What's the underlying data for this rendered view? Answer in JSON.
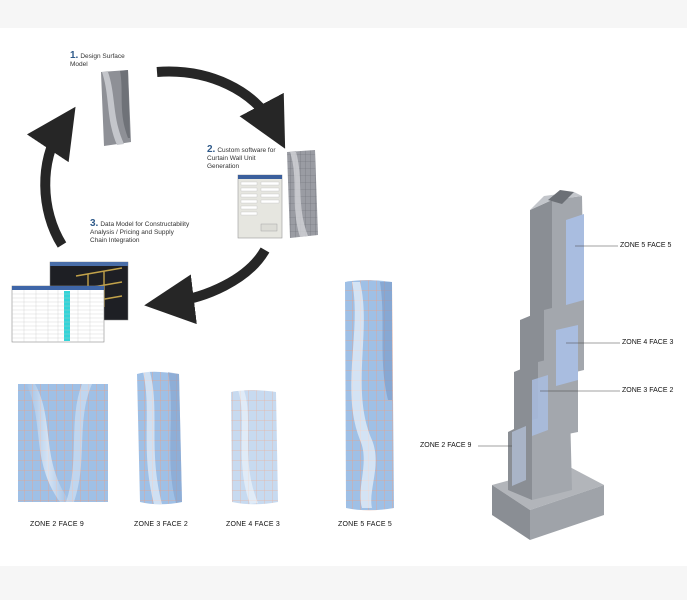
{
  "workflow": {
    "step1": {
      "number": "1.",
      "text": "Design Surface Model"
    },
    "step2": {
      "number": "2.",
      "text": "Custom software for Curtain Wall Unit Generation"
    },
    "step3": {
      "number": "3.",
      "text": "Data Model for Constructability Analysis / Pricing and Supply Chain Integration"
    }
  },
  "panels": [
    {
      "caption": "ZONE 2  FACE 9"
    },
    {
      "caption": "ZONE 3  FACE 2"
    },
    {
      "caption": "ZONE 4  FACE 3"
    },
    {
      "caption": "ZONE 5  FACE 5"
    }
  ],
  "tower_labels": [
    {
      "text": "ZONE 5  FACE 5"
    },
    {
      "text": "ZONE 4  FACE 3"
    },
    {
      "text": "ZONE 3  FACE 2"
    },
    {
      "text": "ZONE 2  FACE 9"
    }
  ],
  "colors": {
    "arrow": "#262626",
    "tower_gray": "#9fa3a9",
    "highlight_face": "#a9bde0",
    "glass_blue": "#8fb3df"
  }
}
